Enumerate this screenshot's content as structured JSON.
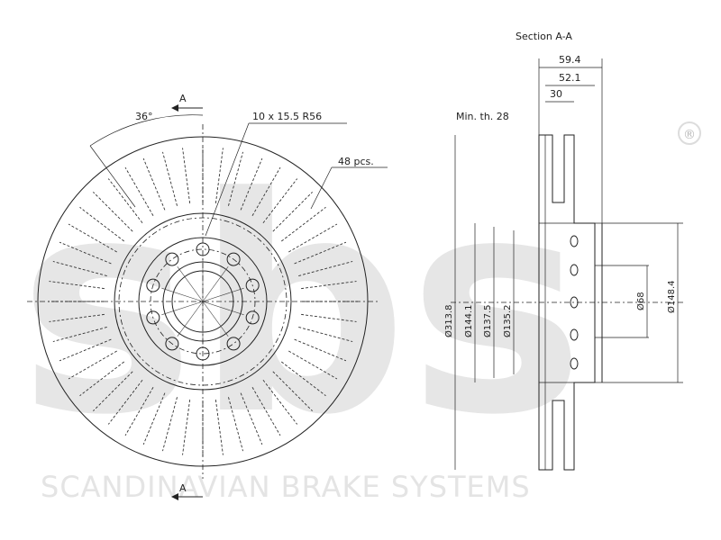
{
  "watermark": {
    "logo_text": "sbs",
    "registered_mark": "®",
    "bottom_text": "SCANDINAVIAN BRAKE SYSTEMS"
  },
  "front_view": {
    "angle_label": "36°",
    "section_marker_top": "A",
    "section_marker_bottom": "A",
    "bolt_pattern_label": "10 x 15.5 R56",
    "vanes_label": "48 pcs."
  },
  "section_view": {
    "title": "Section A-A",
    "min_thickness_label": "Min. th. 28",
    "dims_top": [
      "59.4",
      "52.1",
      "30"
    ],
    "dims_left": [
      "Ø313.8",
      "Ø144.1",
      "Ø137.5",
      "Ø135.2"
    ],
    "dims_right": [
      "Ø68",
      "Ø148.4"
    ]
  }
}
